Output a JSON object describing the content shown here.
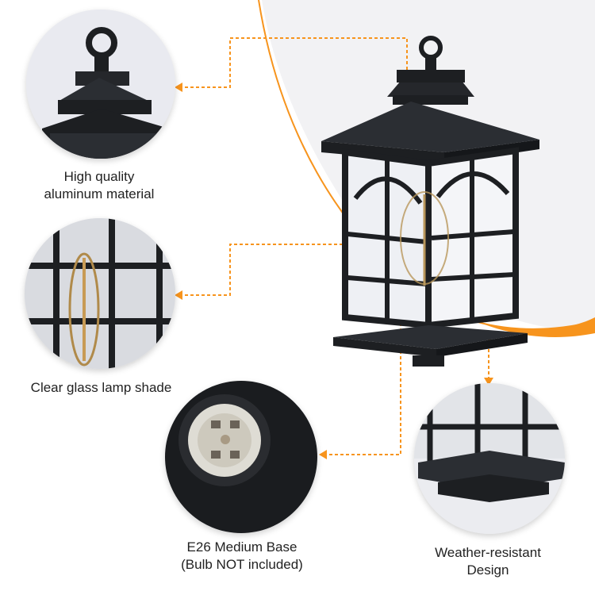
{
  "features": [
    {
      "id": "material",
      "lines": [
        "High quality",
        "aluminum material"
      ],
      "icon": "lamp-top-cap-closeup"
    },
    {
      "id": "shade",
      "lines": [
        "Clear glass lamp shade"
      ],
      "icon": "glass-panel-closeup"
    },
    {
      "id": "base",
      "lines": [
        "E26 Medium Base",
        "(Bulb NOT included)"
      ],
      "icon": "bulb-socket-closeup"
    },
    {
      "id": "design",
      "lines": [
        "Weather-resistant",
        "Design"
      ],
      "icon": "lamp-bottom-frame-closeup"
    }
  ],
  "colors": {
    "accent": "#f7941d",
    "lamp": "#1d1f22",
    "frame": "#2b2e33",
    "glass": "#d6d8de",
    "bg": "#ffffff"
  }
}
